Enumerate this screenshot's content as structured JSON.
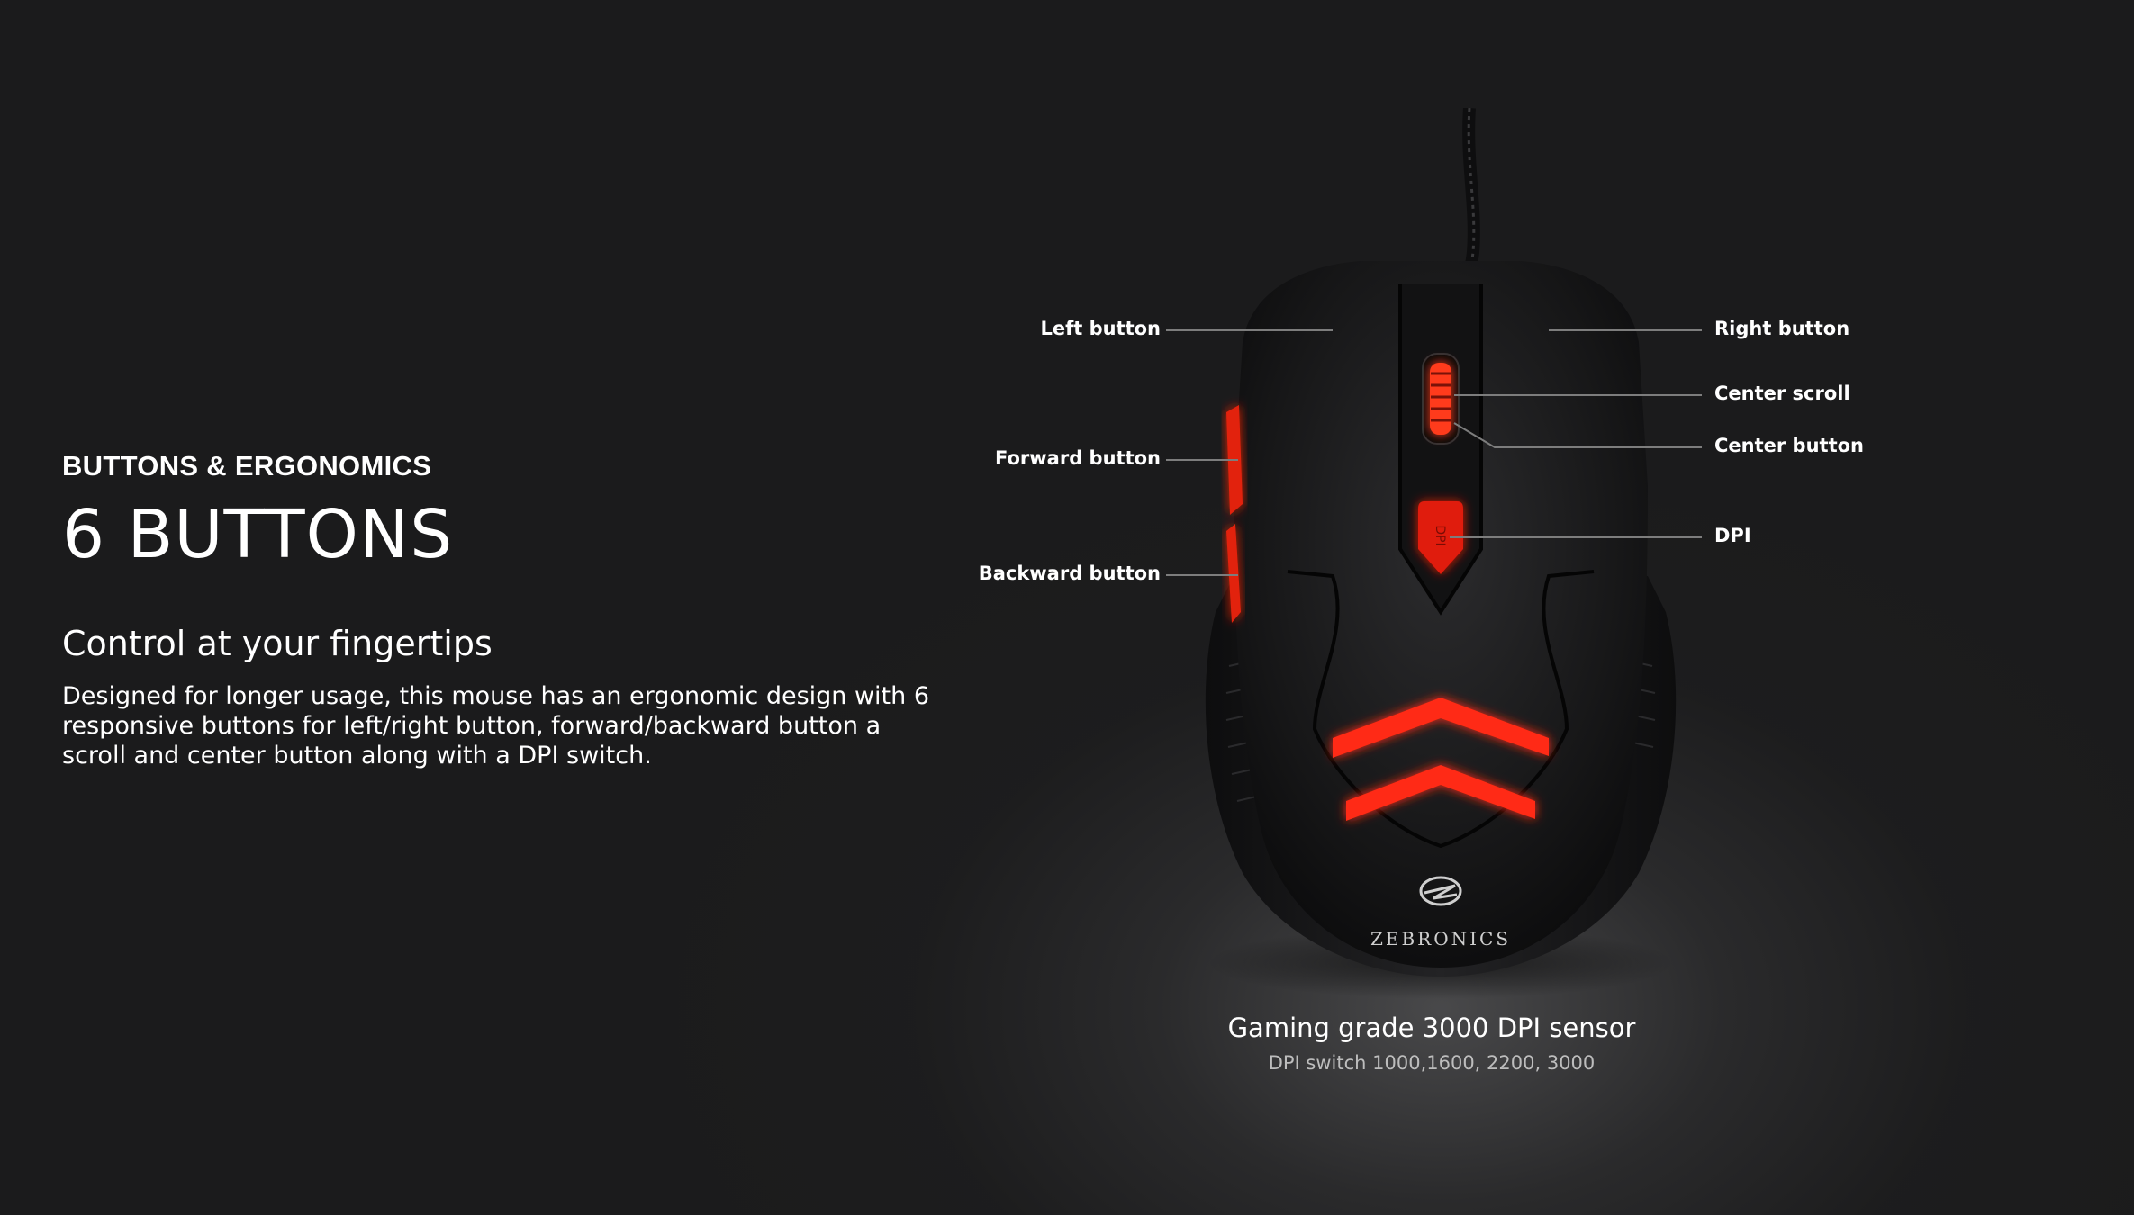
{
  "section": {
    "eyebrow": "BUTTONS & ERGONOMICS",
    "headline": "6 BUTTONS",
    "subhead": "Control at your fingertips",
    "body": "Designed for longer usage, this mouse has an ergonomic design with 6 responsive buttons for left/right button, forward/backward button a scroll and center button along with a DPI switch."
  },
  "product": {
    "brand": "ZEBRONICS",
    "callouts": {
      "left_button": "Left button",
      "forward_button": "Forward button",
      "backward_button": "Backward  button",
      "right_button": "Right button",
      "center_scroll": "Center scroll",
      "center_button": "Center button",
      "dpi": "DPI"
    },
    "caption_title": "Gaming grade 3000 DPI sensor",
    "caption_sub": "DPI switch  1000,1600, 2200, 3000"
  },
  "colors": {
    "background": "#1b1b1c",
    "accent_red": "#ff2a1a",
    "text": "#ffffff",
    "caption_sub": "#bdbdbd"
  }
}
